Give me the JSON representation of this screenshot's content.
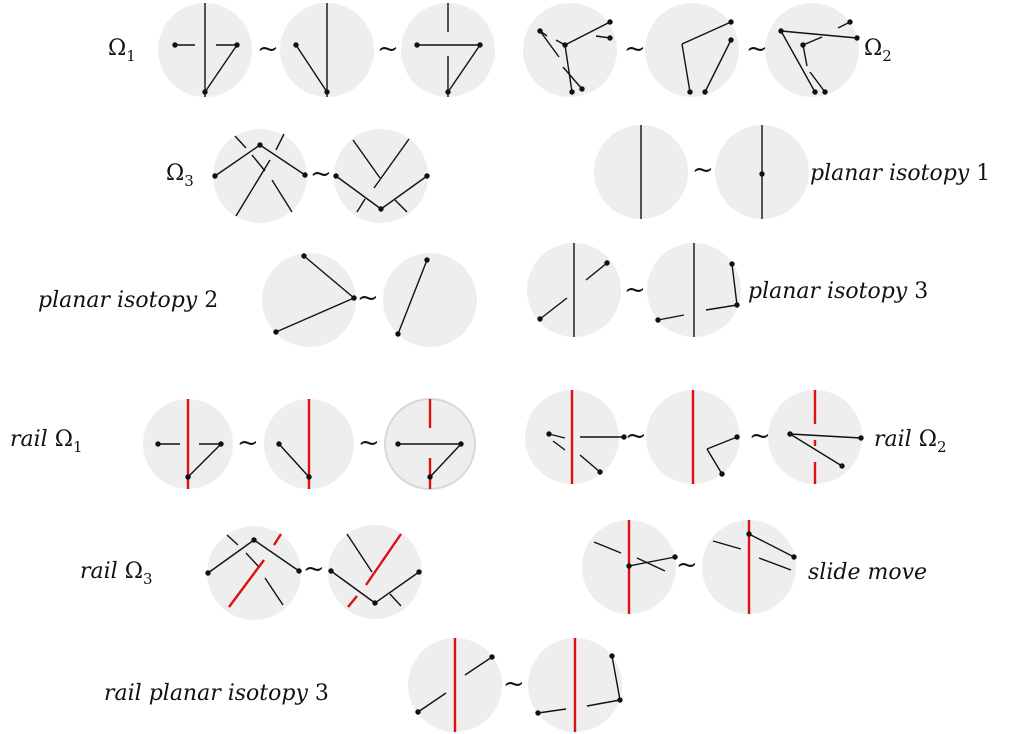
{
  "labels": {
    "omega1": "Ω",
    "omega1_sub": "1",
    "omega2": "Ω",
    "omega2_sub": "2",
    "omega3": "Ω",
    "omega3_sub": "3",
    "planar_isotopy_1_text": "planar isotopy",
    "planar_isotopy_1_num": "1",
    "planar_isotopy_2_text": "planar isotopy",
    "planar_isotopy_2_num": "2",
    "planar_isotopy_3_text": "planar isotopy",
    "planar_isotopy_3_num": "3",
    "rail_omega1_word": "rail",
    "rail_omega1_sym": "Ω",
    "rail_omega1_sub": "1",
    "rail_omega2_word": "rail",
    "rail_omega2_sym": "Ω",
    "rail_omega2_sub": "2",
    "rail_omega3_word": "rail",
    "rail_omega3_sym": "Ω",
    "rail_omega3_sub": "3",
    "slide_move_text": "slide move",
    "rail_planar_isotopy_3_text": "rail planar isotopy",
    "rail_planar_isotopy_3_num": "3"
  },
  "equivalence_symbol": "~",
  "colors": {
    "disc": "#eeeeee",
    "edge": "#111111",
    "rail": "#dd1111"
  }
}
